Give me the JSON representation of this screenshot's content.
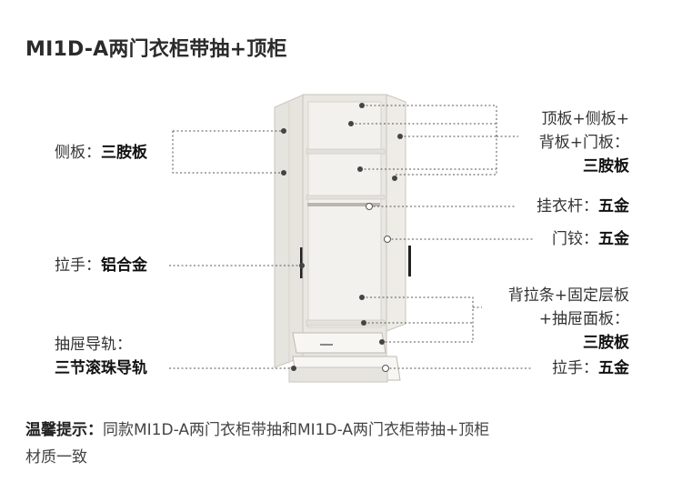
{
  "title": "MI1D-A两门衣柜带抽+顶柜",
  "labels": {
    "side_panel_name": "侧板：",
    "side_panel_material": "三胺板",
    "handle_left_name": "拉手：",
    "handle_left_material": "铝合金",
    "drawer_rail_name": "抽屉导轨：",
    "drawer_rail_material": "三节滚珠导轨",
    "top_panels_line1": "顶板+侧板+",
    "top_panels_line2": "背板+门板：",
    "top_panels_material": "三胺板",
    "hanging_rod_name": "挂衣杆：",
    "hanging_rod_material": "五金",
    "hinge_name": "门铰：",
    "hinge_material": "五金",
    "back_strip_line1": "背拉条+固定层板",
    "back_strip_line2": "+抽屉面板：",
    "back_strip_material": "三胺板",
    "handle_right_name": "拉手：",
    "handle_right_material": "五金"
  },
  "note": {
    "title": "温馨提示：",
    "text_line1": "同款MI1D-A两门衣柜带抽和MI1D-A两门衣柜带抽+顶柜",
    "text_line2": "材质一致"
  },
  "colors": {
    "cabinet_body": "#e9e7e1",
    "cabinet_inner": "#f2f1ed",
    "drawer": "#f7f6f3",
    "line": "#555555"
  }
}
